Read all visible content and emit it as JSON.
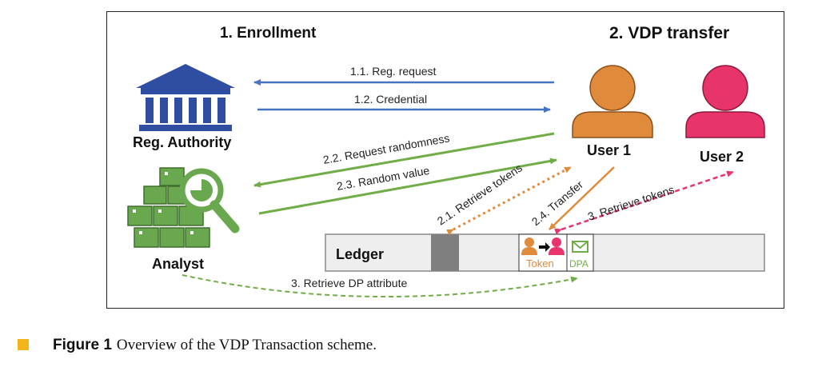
{
  "diagram": {
    "section_enrollment": "1. Enrollment",
    "section_vdp_transfer": "2. VDP transfer",
    "reg_authority_label": "Reg. Authority",
    "analyst_label": "Analyst",
    "user1_label": "User 1",
    "user2_label": "User 2",
    "ledger_label": "Ledger",
    "token_label": "Token",
    "dpa_label": "DPA",
    "arrows": {
      "reg_request": "1.1. Reg. request",
      "credential": "1.2. Credential",
      "request_randomness": "2.2. Request randomness",
      "random_value": "2.3. Random value",
      "retrieve_tokens_user1": "2.1. Retrieve tokens",
      "transfer": "2.4. Transfer",
      "retrieve_tokens_user2": "3. Retrieve  tokens",
      "retrieve_dp_attribute": "3. Retrieve DP attribute"
    },
    "icons": [
      "bank-icon",
      "analyst-icon",
      "user-icon",
      "envelope-icon"
    ],
    "colors": {
      "blue_arrow": "#4472c4",
      "green_arrow": "#70ad47",
      "orange_user": "#e08a3c",
      "pink_user": "#e8336b",
      "bank_blue": "#2f4ea2",
      "analyst_green": "#6aa84f",
      "ledger_gray": "#eeeeee"
    }
  },
  "caption": {
    "label": "Figure 1",
    "text": "Overview of the VDP Transaction scheme."
  }
}
